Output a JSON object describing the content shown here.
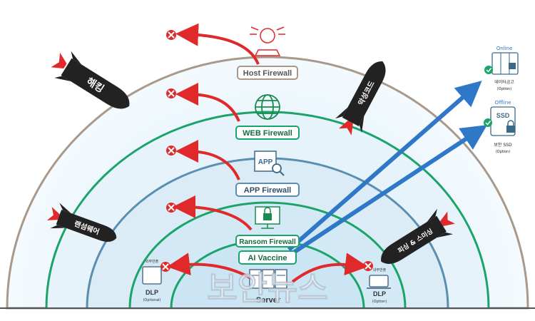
{
  "layers": {
    "host": "Host Firewall",
    "web": "WEB Firewall",
    "app": "APP Firewall",
    "ransom": "Ransom Firewall",
    "vaccine": "AI Vaccine",
    "server": "Server"
  },
  "threats": {
    "hacking": "해킹",
    "malware": "악성코드",
    "ransomware": "랜섬웨어",
    "phishing": "피싱 & 스미싱"
  },
  "dlp": {
    "left_label": "DLP",
    "left_top": "외부반출",
    "left_sub": "(Optional)",
    "right_label": "DLP",
    "right_top": "내부반출",
    "right_sub": "(Option)"
  },
  "app_icon_text": "APP",
  "storage": {
    "online_title": "Online",
    "online_label": "데이터금고",
    "online_sub": "(Option)",
    "offline_title": "Offline",
    "ssd_text": "SSD",
    "offline_label": "보안 SSD",
    "offline_sub": "(Option)"
  },
  "watermark": "보안뉴스",
  "colors": {
    "outer_ring": "#a8998a",
    "green_ring": "#1aa46a",
    "inner_ring": "#5b8fb0",
    "red": "#e0292a",
    "blue": "#2f78c8",
    "rocket": "#222222"
  }
}
